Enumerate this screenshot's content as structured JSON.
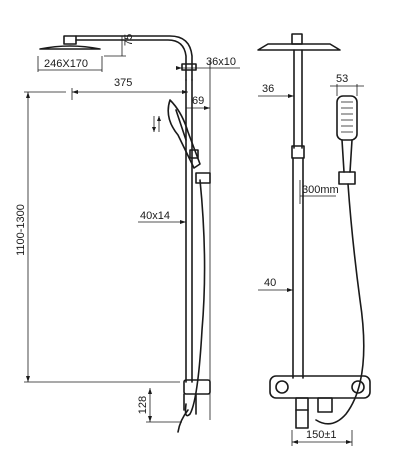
{
  "dimensions": {
    "head_size": "246X170",
    "head_height": "75",
    "arm_clamp": "36x10",
    "arm_reach": "375",
    "handheld_offset": "69",
    "total_height": "1100-1300",
    "bar_clamp": "40x14",
    "spout_height": "128",
    "pipe_width_upper": "36",
    "handle_width": "53",
    "hose_length": "300mm",
    "pipe_width_lower": "40",
    "valve_spacing": "150±1"
  },
  "colors": {
    "line": "#1a1a1a",
    "background": "#ffffff"
  }
}
